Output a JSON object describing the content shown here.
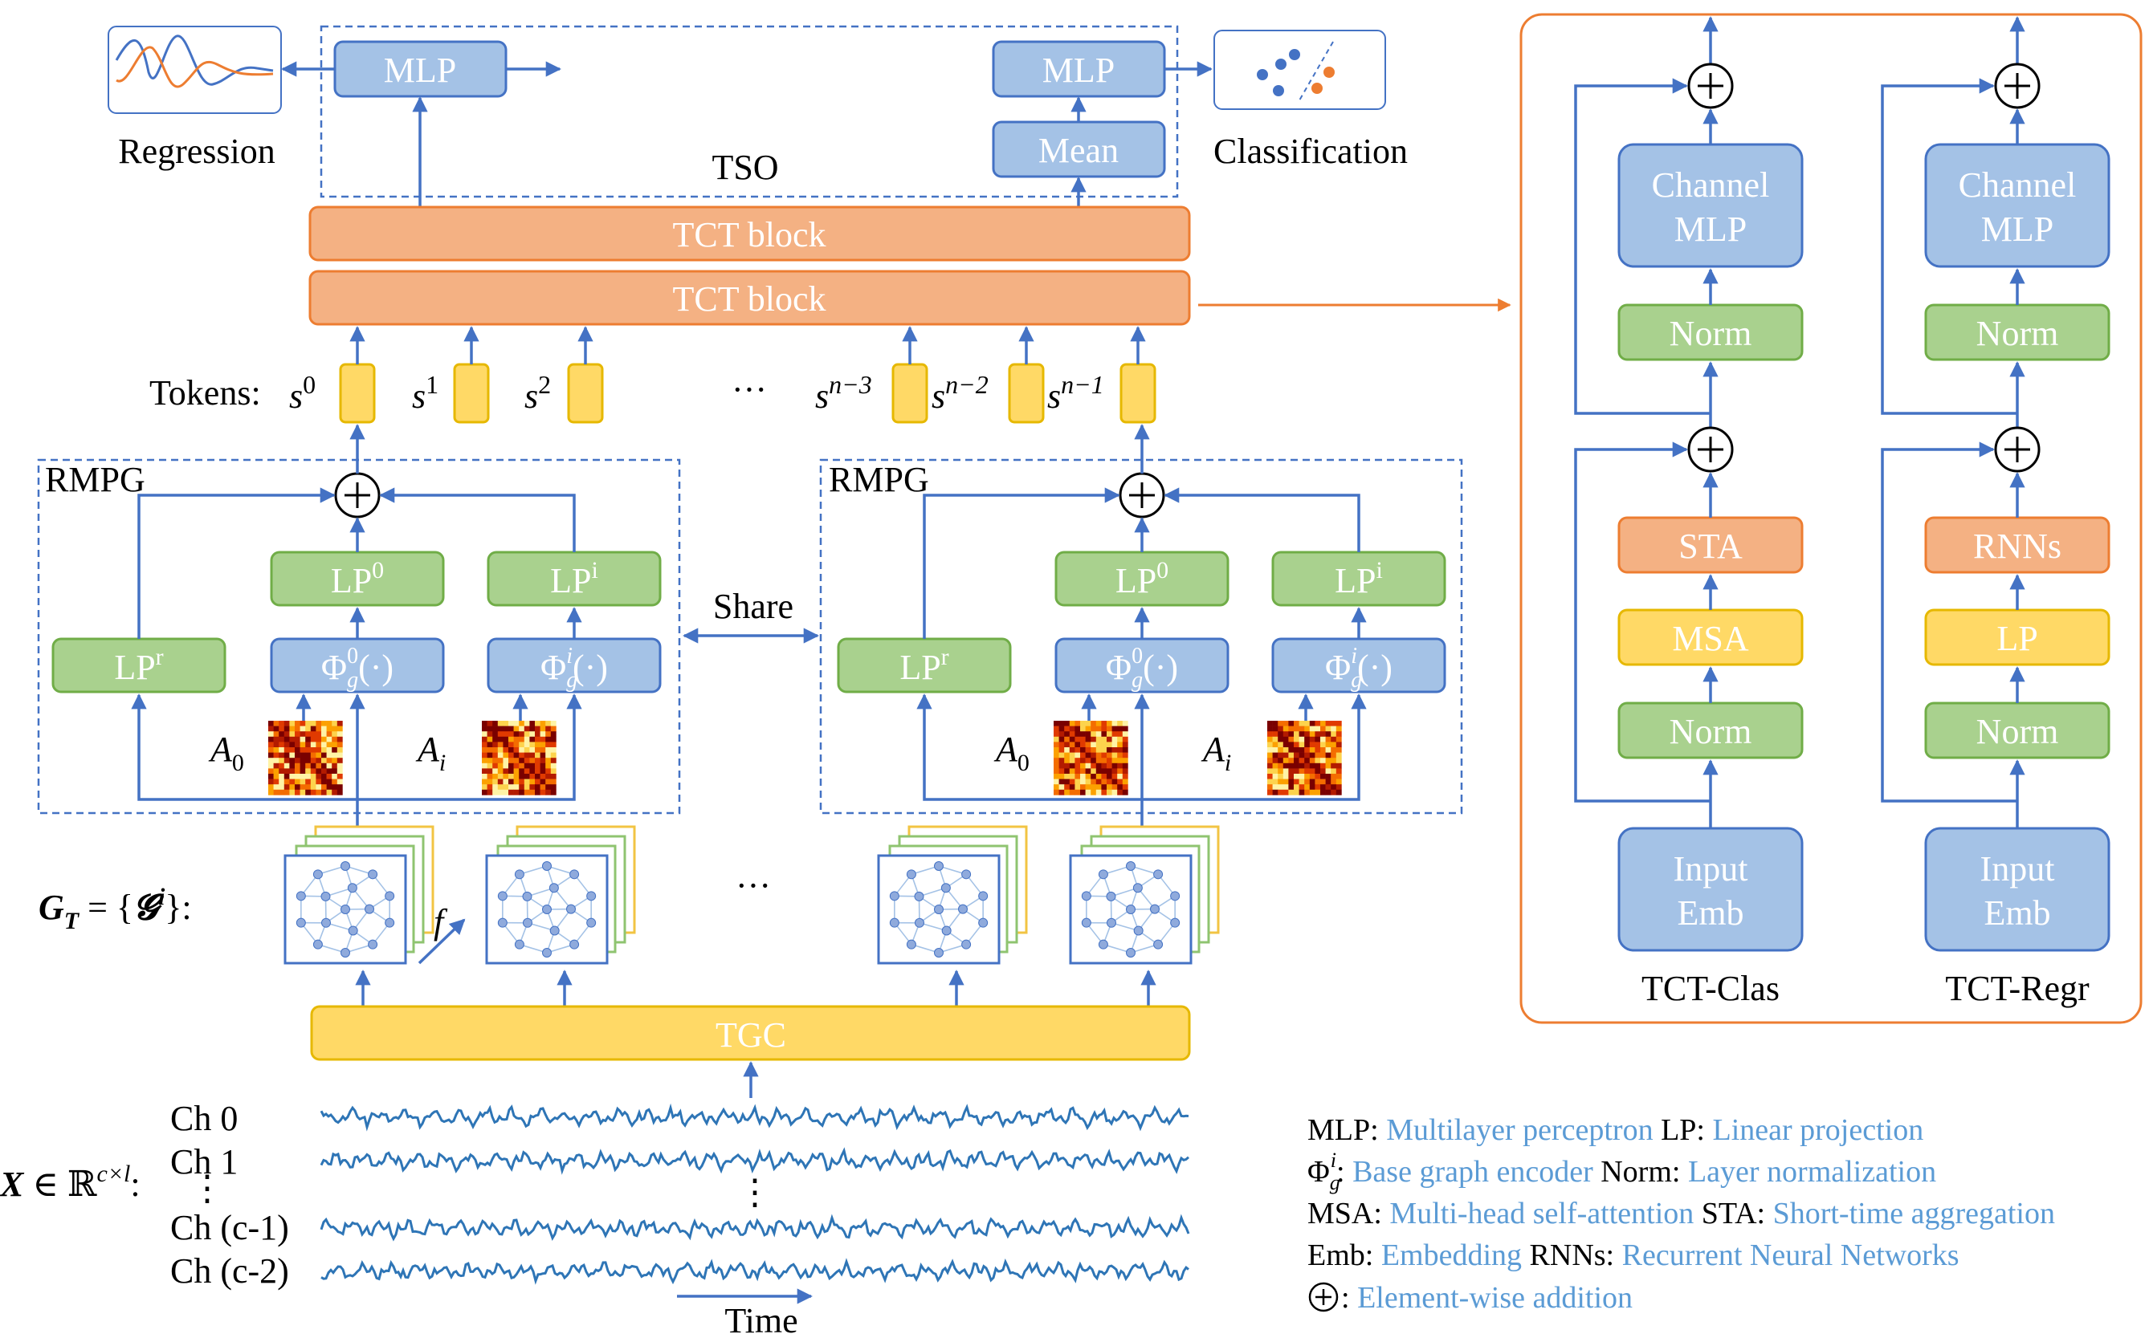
{
  "top": {
    "regression_label": "Regression",
    "classification_label": "Classification",
    "tso_label": "TSO",
    "mlp_left": "MLP",
    "mlp_right": "MLP",
    "mean_label": "Mean",
    "tct_block_upper": "TCT block",
    "tct_block_lower": "TCT block"
  },
  "tokens": {
    "label": "Tokens:",
    "s0": "s",
    "s0_sup": "0",
    "s1": "s",
    "s1_sup": "1",
    "s2": "s",
    "s2_sup": "2",
    "ellipsis": "···",
    "sn3": "s",
    "sn3_sup": "n−3",
    "sn2": "s",
    "sn2_sup": "n−2",
    "sn1": "s",
    "sn1_sup": "n−1"
  },
  "rmpg": {
    "title": "RMPG",
    "lp_r": "LP",
    "lp_r_sup": "r",
    "lp_0": "LP",
    "lp_0_sup": "0",
    "lp_i": "LP",
    "lp_i_sup": "i",
    "phi_0": "Φ",
    "phi_0_sub": "g",
    "phi_0_sup": "0",
    "phi_0_arg": "(·)",
    "phi_i": "Φ",
    "phi_i_sub": "g",
    "phi_i_sup": "i",
    "phi_i_arg": "(·)",
    "a0": "A",
    "a0_sub": "0",
    "ai": "A",
    "ai_sub": "i",
    "share": "Share"
  },
  "graphs": {
    "gt_label": "G",
    "gt_sub": "T",
    "gt_eq": " = {",
    "gt_g": "𝓖",
    "gt_g_sup": "i",
    "gt_close": "}:",
    "f_label": "f",
    "ellipsis": "···"
  },
  "tgc_label": "TGC",
  "signals": {
    "ch0": "Ch 0",
    "ch1": "Ch 1",
    "ch_dots": "⋮",
    "chc1": "Ch (c-1)",
    "chc2": "Ch (c-2)",
    "x_label": "X",
    "x_in": " ∈ ℝ",
    "x_sup": "c×l",
    "x_colon": ":",
    "mid_dots": "⋮",
    "time_label": "Time"
  },
  "tct_panel": {
    "clas": {
      "title": "TCT-Clas",
      "channel_mlp_1": "Channel",
      "channel_mlp_2": "MLP",
      "norm_top": "Norm",
      "sta": "STA",
      "msa": "MSA",
      "norm_bottom": "Norm",
      "input_emb_1": "Input",
      "input_emb_2": "Emb"
    },
    "regr": {
      "title": "TCT-Regr",
      "channel_mlp_1": "Channel",
      "channel_mlp_2": "MLP",
      "norm_top": "Norm",
      "rnns": "RNNs",
      "lp": "LP",
      "norm_bottom": "Norm",
      "input_emb_1": "Input",
      "input_emb_2": "Emb"
    }
  },
  "legend": {
    "row1_k1": "MLP:",
    "row1_v1": " Multilayer perceptron",
    "row1_k2": " LP:",
    "row1_v2": " Linear projection",
    "row2_phi": "Φ",
    "row2_sub": "g",
    "row2_sup": "i",
    "row2_colon": ":",
    "row2_v1": " Base graph encoder",
    "row2_k2": " Norm:",
    "row2_v2": " Layer normalization",
    "row3_k1": "MSA:",
    "row3_v1": " Multi-head self-attention",
    "row3_k2": " STA:",
    "row3_v2": " Short-time aggregation",
    "row4_k1": "Emb:",
    "row4_v1": " Embedding",
    "row4_k2": " RNNs:",
    "row4_v2": " Recurrent Neural Networks",
    "row5_k1": " :",
    "row5_v1": " Element-wise addition"
  },
  "colors": {
    "blue_fill": "#a4c2e6",
    "blue_stroke": "#4472c4",
    "green_fill": "#a9d18e",
    "orange_fill": "#f4b183",
    "yellow_fill": "#ffd966",
    "legend_value": "#5b9bd5",
    "panel_border": "#ed7d31"
  }
}
